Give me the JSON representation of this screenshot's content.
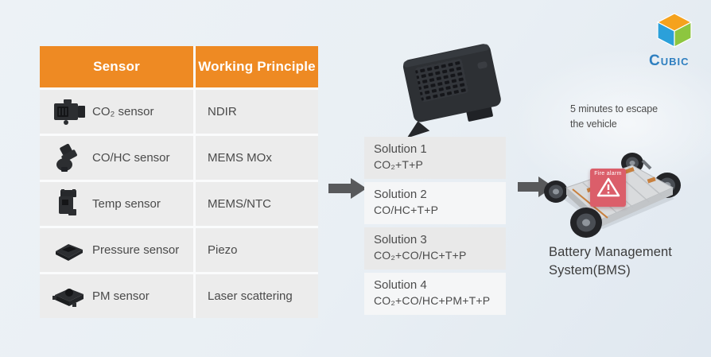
{
  "slide": {
    "background": "#e9eff4"
  },
  "logo": {
    "initial": "C",
    "rest": "UBIC",
    "cube_colors": {
      "top": "#f5a21d",
      "left": "#2ba0da",
      "right": "#8dc63f"
    },
    "text_color": "#2e7fc0"
  },
  "table": {
    "headers": [
      "Sensor",
      "Working Principle"
    ],
    "header_bg": "#ee8a23",
    "row_bg": "#ececec",
    "rows": [
      {
        "icon": "co2-sensor-icon",
        "sensor": "CO₂ sensor",
        "principle": "NDIR"
      },
      {
        "icon": "co-hc-sensor-icon",
        "sensor": "CO/HC sensor",
        "principle": "MEMS MOx"
      },
      {
        "icon": "temp-sensor-icon",
        "sensor": "Temp sensor",
        "principle": "MEMS/NTC"
      },
      {
        "icon": "pressure-sensor-icon",
        "sensor": "Pressure sensor",
        "principle": "Piezo"
      },
      {
        "icon": "pm-sensor-icon",
        "sensor": "PM sensor",
        "principle": "Laser scattering"
      }
    ]
  },
  "solutions": [
    {
      "title": "Solution 1",
      "formula": "CO₂+T+P"
    },
    {
      "title": "Solution 2",
      "formula": "CO/HC+T+P"
    },
    {
      "title": "Solution 3",
      "formula": "CO₂+CO/HC+T+P"
    },
    {
      "title": "Solution 4",
      "formula": "CO₂+CO/HC+PM+T+P"
    }
  ],
  "escape_note": {
    "line1": "5 minutes to escape",
    "line2": "the vehicle"
  },
  "fire_alarm": {
    "label": "Fire alarm",
    "color": "#db5e6a"
  },
  "bms": {
    "line1": "Battery Management",
    "line2": "System(BMS)"
  },
  "colors": {
    "arrow": "#58595b",
    "solution_alt_bg": "#e9e9e9",
    "solution_light_bg": "#f5f6f7"
  }
}
